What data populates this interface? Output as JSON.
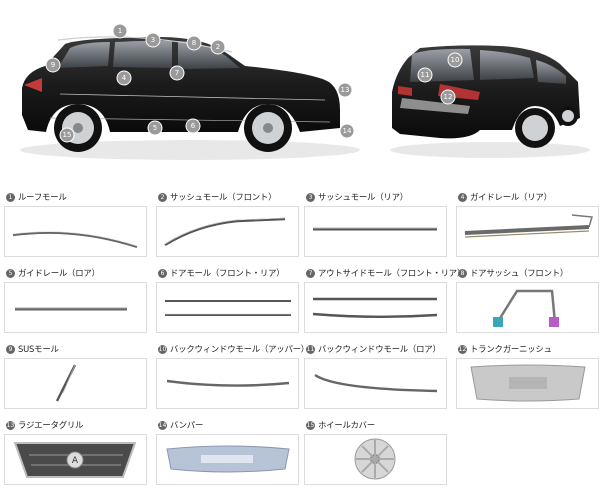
{
  "hero": {
    "badges": [
      "1",
      "2",
      "3",
      "4",
      "5",
      "6",
      "7",
      "8",
      "9",
      "10",
      "11",
      "12",
      "13",
      "14",
      "15"
    ]
  },
  "parts": [
    {
      "num": "1",
      "label": "ルーフモール"
    },
    {
      "num": "2",
      "label": "サッシュモール（フロント）"
    },
    {
      "num": "3",
      "label": "サッシュモール（リア）"
    },
    {
      "num": "4",
      "label": "ガイドレール（リア）"
    },
    {
      "num": "5",
      "label": "ガイドレール（ロア）"
    },
    {
      "num": "6",
      "label": "ドアモール（フロント・リア）"
    },
    {
      "num": "7",
      "label": "アウトサイドモール（フロント・リア）"
    },
    {
      "num": "8",
      "label": "ドアサッシュ（フロント）"
    },
    {
      "num": "9",
      "label": "SUSモール"
    },
    {
      "num": "10",
      "label": "バックウィンドウモール（アッパー）"
    },
    {
      "num": "11",
      "label": "バックウィンドウモール（ロア）"
    },
    {
      "num": "12",
      "label": "トランクガーニッシュ"
    },
    {
      "num": "13",
      "label": "ラジエータグリル"
    },
    {
      "num": "14",
      "label": "バンパー"
    },
    {
      "num": "15",
      "label": "ホイールカバー"
    }
  ]
}
